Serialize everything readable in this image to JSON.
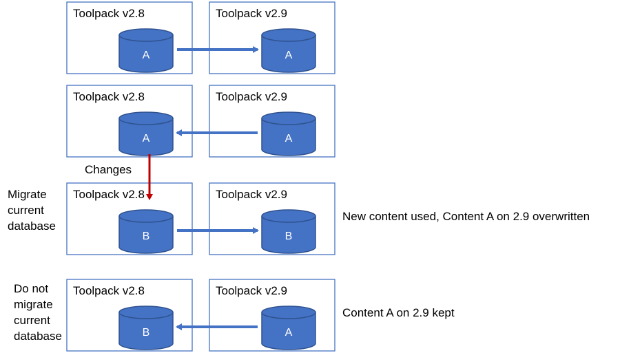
{
  "colors": {
    "box_border": "#4472c4",
    "db_fill": "#4472c4",
    "db_stroke": "#2f528f",
    "arrow": "#4472c4",
    "changes_arrow": "#c00000",
    "text": "#000000"
  },
  "rows": [
    {
      "left_title": "Toolpack v2.8",
      "right_title": "Toolpack v2.9",
      "left_db": "A",
      "right_db": "A",
      "arrow_direction": "right",
      "side_label": [],
      "note": ""
    },
    {
      "left_title": "Toolpack v2.8",
      "right_title": "Toolpack v2.9",
      "left_db": "A",
      "right_db": "A",
      "arrow_direction": "left",
      "side_label": [],
      "note": ""
    },
    {
      "left_title": "Toolpack v2.8",
      "right_title": "Toolpack v2.9",
      "left_db": "B",
      "right_db": "B",
      "arrow_direction": "right",
      "side_label": [
        "Migrate",
        "current",
        "database"
      ],
      "note": "New content used, Content A on 2.9 overwritten"
    },
    {
      "left_title": "Toolpack v2.8",
      "right_title": "Toolpack v2.9",
      "left_db": "B",
      "right_db": "A",
      "arrow_direction": "left",
      "side_label": [
        "Do not",
        "migrate",
        "current",
        "database"
      ],
      "note": "Content A on 2.9 kept"
    }
  ],
  "changes_label": "Changes"
}
